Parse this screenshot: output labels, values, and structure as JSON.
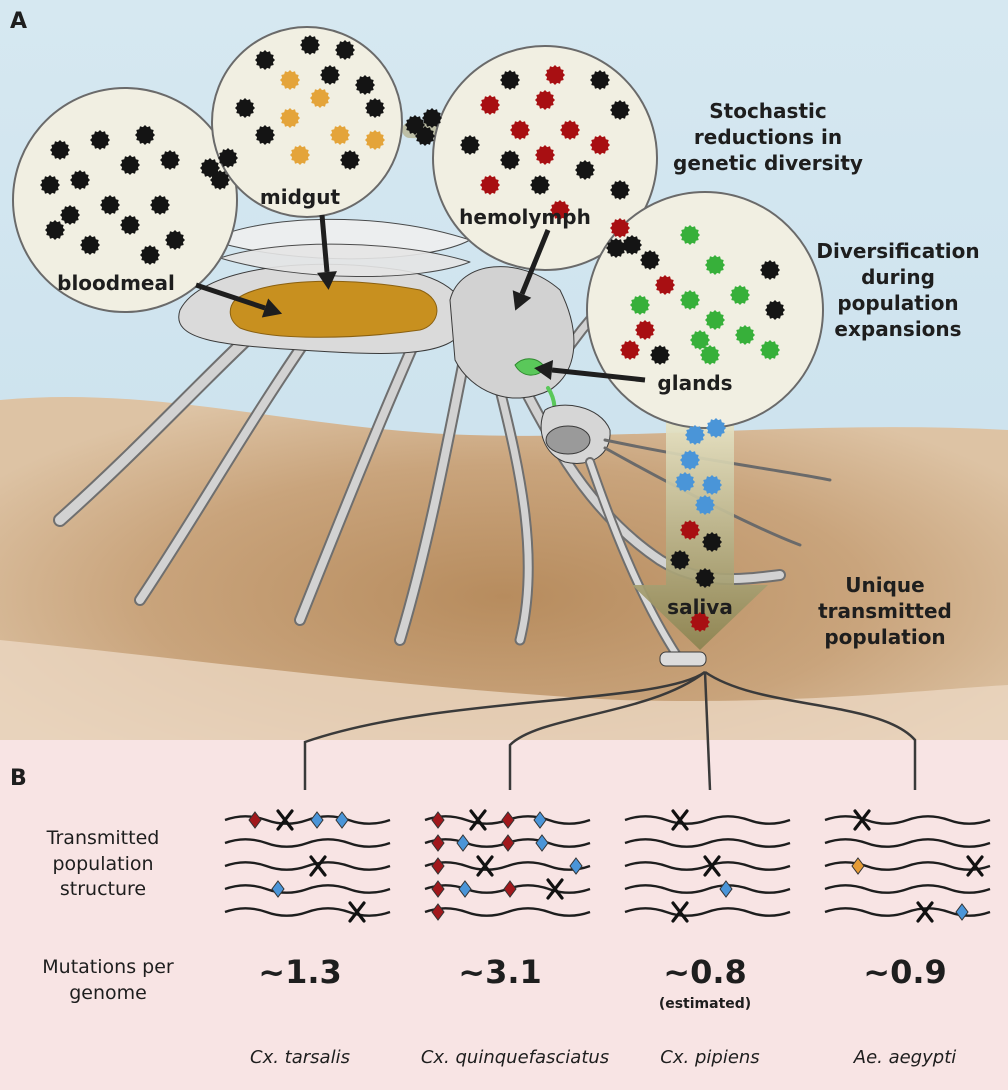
{
  "panel_a": {
    "letter": "A",
    "compartments": {
      "bloodmeal": "bloodmeal",
      "midgut": "midgut",
      "hemolymph": "hemolymph",
      "glands": "glands",
      "saliva": "saliva"
    },
    "notes": {
      "stochastic": "Stochastic reductions in genetic diversity",
      "diversification": "Diversification during population expansions",
      "unique": "Unique transmitted population"
    }
  },
  "panel_b": {
    "letter": "B",
    "row_labels": {
      "structure": "Transmitted population structure",
      "mutations": "Mutations per genome"
    },
    "species": [
      {
        "name": "Cx. tarsalis",
        "mutations": "~1.3",
        "note": ""
      },
      {
        "name": "Cx. quinquefasciatus",
        "mutations": "~3.1",
        "note": ""
      },
      {
        "name": "Cx. pipiens",
        "mutations": "~0.8",
        "note": "(estimated)"
      },
      {
        "name": "Ae. aegypti",
        "mutations": "~0.9",
        "note": ""
      }
    ]
  },
  "colors": {
    "sky": "#cfe3ee",
    "skin": "#c19a70",
    "panel_b_bg": "#f8e4e4",
    "bubble": "#f1efe2",
    "virion_black": "#141414",
    "virion_orange": "#e4a43a",
    "virion_red": "#a80f12",
    "virion_green": "#37b03a",
    "virion_blue": "#4a95d8",
    "mutation_red": "#a1181c",
    "mutation_blue": "#4a95d8",
    "mutation_orange": "#e59b36"
  }
}
